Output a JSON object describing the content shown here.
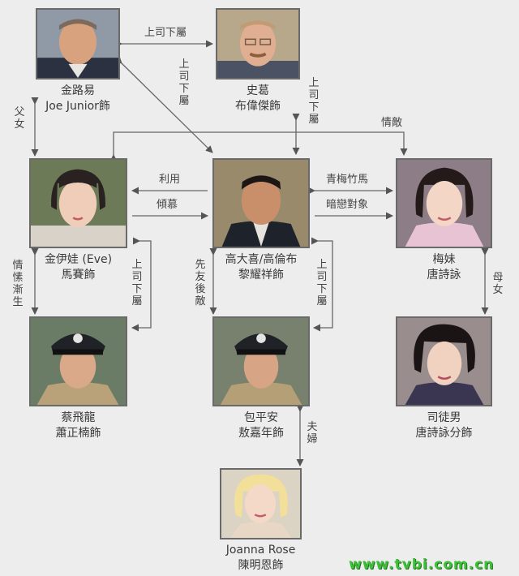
{
  "people": {
    "kim": {
      "name": "金路易",
      "actor": "Joe Junior飾"
    },
    "si": {
      "name": "史葛",
      "actor": "布偉傑飾"
    },
    "eve": {
      "name": "金伊娃 (Eve)",
      "actor": "馬賽飾"
    },
    "ko": {
      "name": "高大喜/高倫布",
      "actor": "黎耀祥飾"
    },
    "mui": {
      "name": "梅妹",
      "actor": "唐詩詠"
    },
    "choi": {
      "name": "蔡飛龍",
      "actor": "蕭正楠飾"
    },
    "bao": {
      "name": "包平安",
      "actor": "敖嘉年飾"
    },
    "situ": {
      "name": "司徒男",
      "actor": "唐詩詠分飾"
    },
    "joanna": {
      "name": "Joanna Rose",
      "actor": "陳明恩飾"
    }
  },
  "relations": {
    "kim_si": "上司下屬",
    "kim_ko": "上司下屬",
    "si_ko": "上司下屬",
    "kim_eve": "父女",
    "rival": "情敵",
    "use": "利用",
    "admire": "傾慕",
    "childhood": "青梅竹馬",
    "crush": "暗戀對象",
    "eve_choi_love": "情愫漸生",
    "eve_choi_boss": "上司下屬",
    "ko_bao_friend": "先友後敵",
    "ko_bao_boss": "上司下屬",
    "mui_situ": "母女",
    "bao_joanna": "夫婦"
  },
  "watermark": "www.tvbi.com.cn"
}
